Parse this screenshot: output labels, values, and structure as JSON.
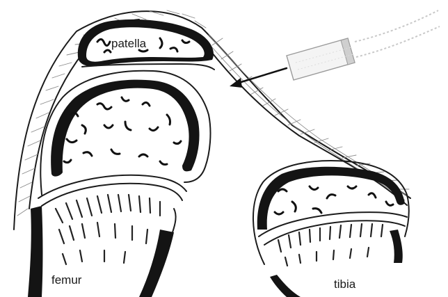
{
  "labels": {
    "patella": "patella",
    "femur": "femur",
    "tibia": "tibia"
  },
  "colors": {
    "ink": "#141414",
    "paper": "#ffffff",
    "tendon_hatch": "#888888",
    "syringe": "#b0b0b0"
  },
  "icons": {
    "syringe": "syringe-icon",
    "arrow": "arrow-icon"
  }
}
